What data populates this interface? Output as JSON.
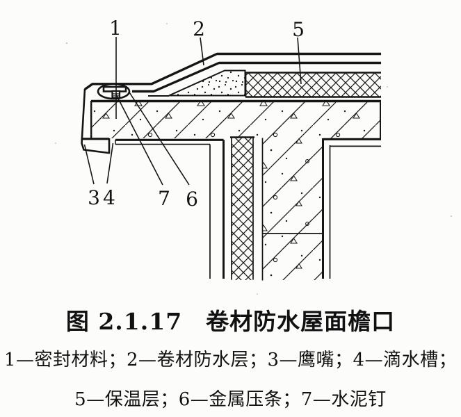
{
  "figure": {
    "title_full": "图 2.1.17　卷材防水屋面檐口",
    "figure_number": "图 2.1.17",
    "subject": "卷材防水屋面檐口",
    "callouts": [
      {
        "number": "1",
        "label": "密封材料"
      },
      {
        "number": "2",
        "label": "卷材防水层"
      },
      {
        "number": "3",
        "label": "鹰嘴"
      },
      {
        "number": "4",
        "label": "滴水槽"
      },
      {
        "number": "5",
        "label": "保温层"
      },
      {
        "number": "6",
        "label": "金属压条"
      },
      {
        "number": "7",
        "label": "水泥钉"
      }
    ],
    "legend_line1": "1—密封材料；2—卷材防水层；3—鹰嘴；4—滴水槽；",
    "legend_line2": "5—保温层；6—金属压条；7—水泥钉"
  },
  "colors": {
    "ink": "#151515",
    "paper": "#fcfcfa"
  }
}
